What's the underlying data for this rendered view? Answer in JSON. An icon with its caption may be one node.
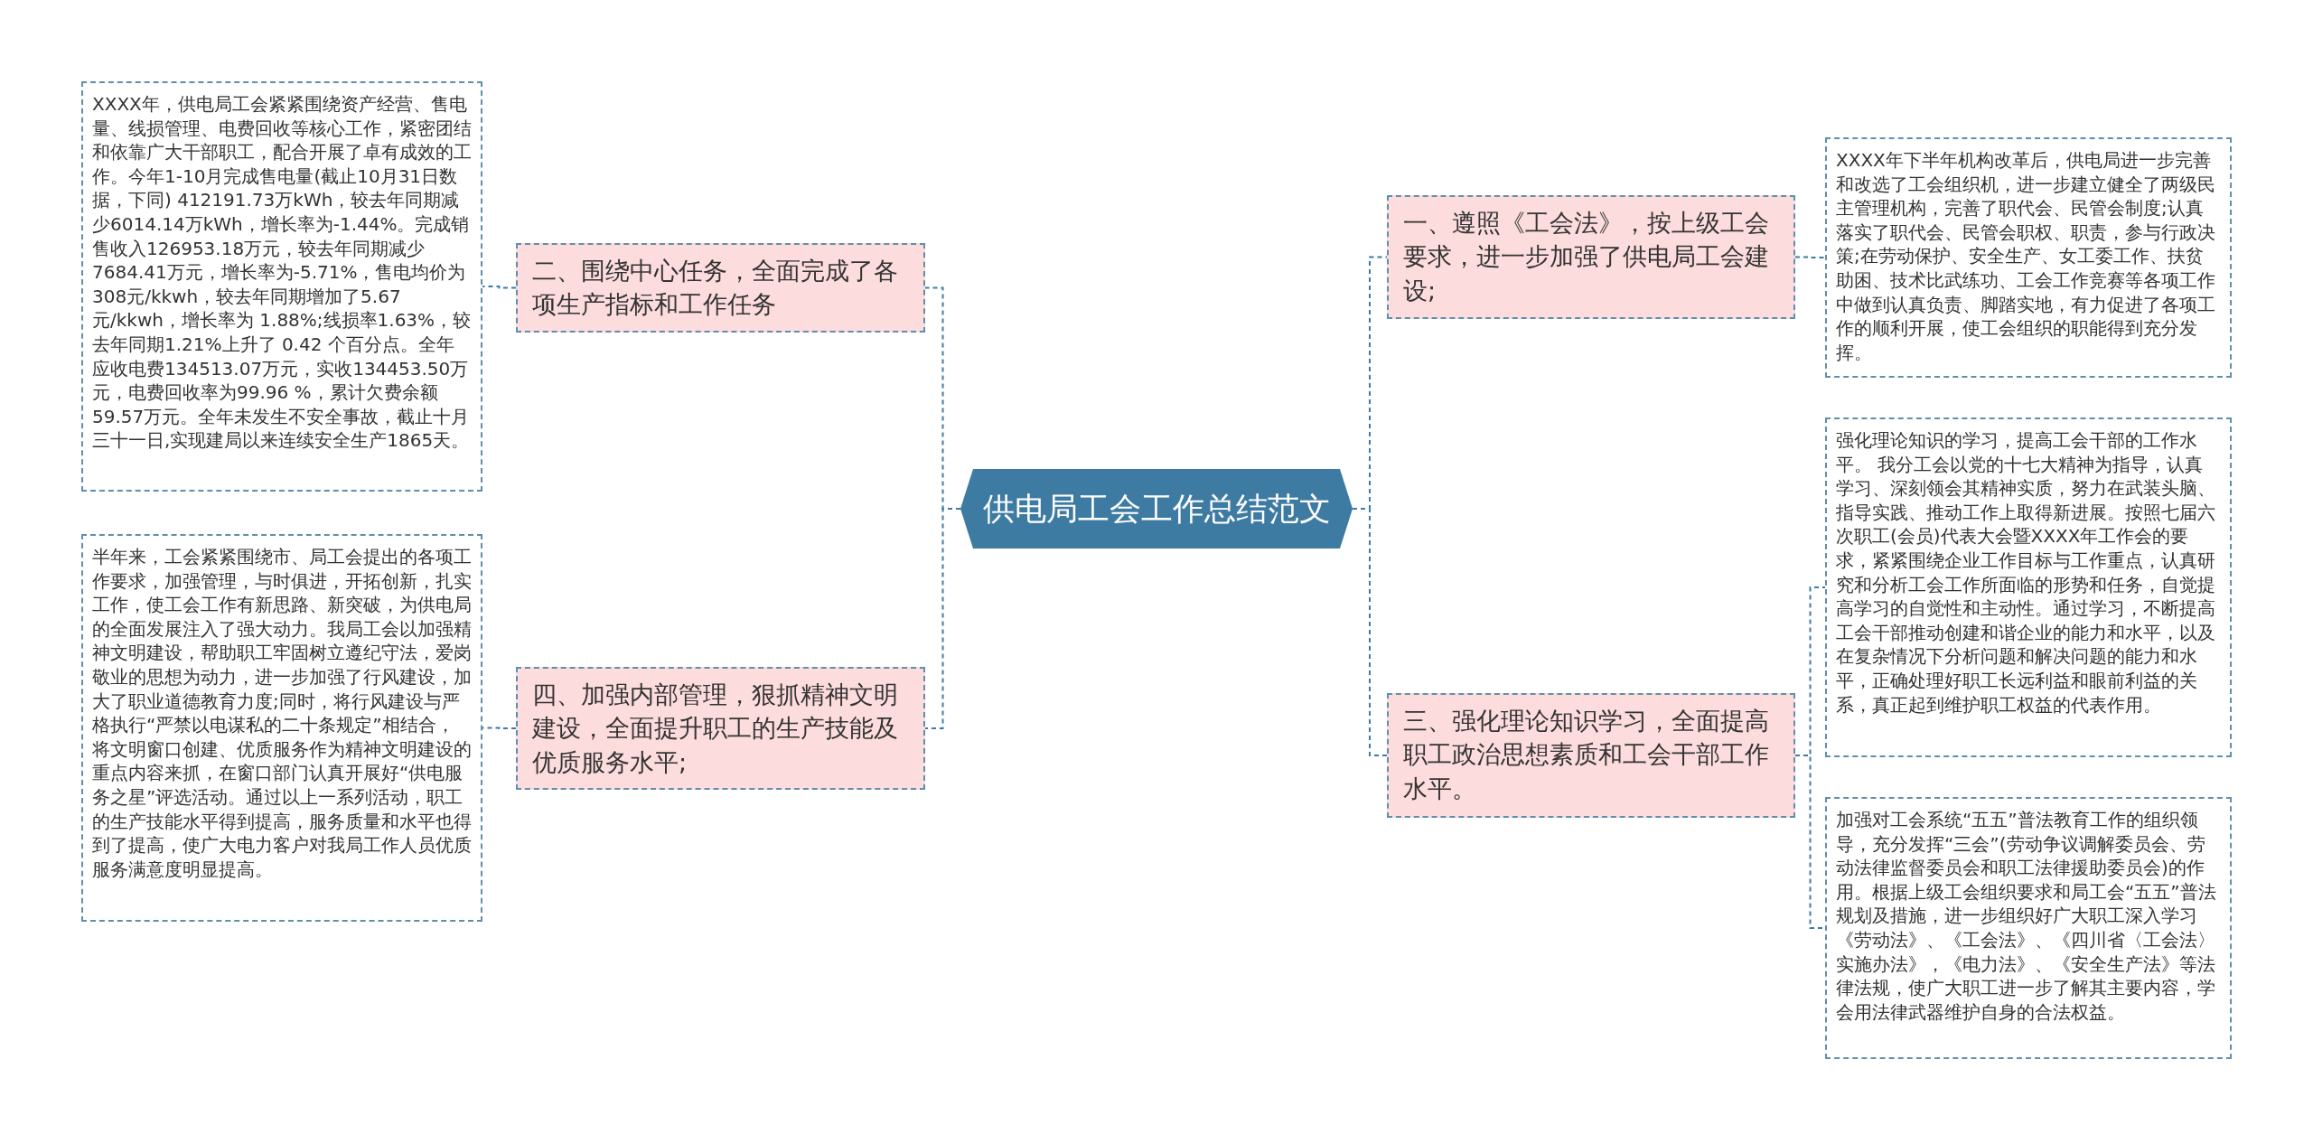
{
  "diagram": {
    "nodes": [
      {
        "text": [
          "供电局工会工作总结范文"
        ]
      },
      {
        "text": [
          "一、遵照《工会法》，按上级工会要求，进一步加强了供电局工会建设;"
        ]
      },
      {
        "text": [
          "XXXX年下半年机构改革后，供电局进一步完善和改选了工会组织机，进一步建立健全了两级民主管理机构，完善了职代会、民管会制度;认真落实了职代会、民管会职权、职责，参与行政决策;在劳动保护、安全生产、女工委工作、扶贫助困、技术比武练功、工会工作竞赛等各项工作中做到认真负责、脚踏实地，有力促进了各项工作的顺利开展，使工会组织的职能得到充分发挥。"
        ]
      },
      {
        "text": [
          "三、强化理论知识学习，全面提高职工政治思想素质和工会干部工作水平。"
        ]
      },
      {
        "text": [
          "强化理论知识的学习，提高工会干部的工作水平。 我分工会以党的十七大精神为指导，认真学习、深刻领会其精神实质，努力在武装头脑、指导实践、推动工作上取得新进展。按照七届六次职工(会员)代表大会暨XXXX年工作会的要求，紧紧围绕企业工作目标与工作重点，认真研究和分析工会工作所面临的形势和任务，自觉提高学习的自觉性和主动性。通过学习，不断提高工会干部推动创建和谐企业的能力和水平，以及在复杂情况下分析问题和解决问题的能力和水平，正确处理好职工长远利益和眼前利益的关系，真正起到维护职工权益的代表作用。"
        ]
      },
      {
        "text": [
          "加强对工会系统“五五”普法教育工作的组织领导，充分发挥“三会”(劳动争议调解委员会、劳动法律监督委员会和职工法律援助委员会)的作用。根据上级工会组织要求和局工会“五五”普法规划及措施，进一步组织好广大职工深入学习《劳动法》、《工会法》、《四川省〈工会法〉实施办法》，《电力法》、《安全生产法》等法律法规，使广大职工进一步了解其主要内容，学会用法律武器维护自身的合法权益。"
        ]
      },
      {
        "text": [
          "二、围绕中心任务，全面完成了各项生产指标和工作任务"
        ]
      },
      {
        "text": [
          "XXXX年，供电局工会紧紧围绕资产经营、售电量、线损管理、电费回收等核心工作，紧密团结和依靠广大干部职工，配合开展了卓有成效的工作。今年1-10月完成售电量(截止10月31日数据，下同) 412191.73万kWh，较去年同期减少6014.14万kWh，增长率为-1.44%。完成销售收入126953.18万元，较去年同期减少7684.41万元，增长率为-5.71%，售电均价为308元/kkwh，较去年同期增加了5.67元/kkwh，增长率为 1.88%;线损率1.63%，较去年同期1.21%上升了 0.42 个百分点。全年应收电费134513.07万元，实收134453.50万元，电费回收率为99.96 %，累计欠费余额59.57万元。全年未发生不安全事故，截止十月三十一日,实现建局以来连续安全生产1865天。"
        ]
      },
      {
        "text": [
          "四、加强内部管理，狠抓精神文明建设，全面提升职工的生产技能及优质服务水平;"
        ]
      },
      {
        "text": [
          "半年来，工会紧紧围绕市、局工会提出的各项工作要求，加强管理，与时俱进，开拓创新，扎实工作，使工会工作有新思路、新突破，为供电局的全面发展注入了强大动力。我局工会以加强精神文明建设，帮助职工牢固树立遵纪守法，爱岗敬业的思想为动力，进一步加强了行风建设，加大了职业道德教育力度;同时，将行风建设与严格执行“严禁以电谋私的二十条规定”相结合，将文明窗口创建、优质服务作为精神文明建设的重点内容来抓，在窗口部门认真开展好“供电服务之星”评选活动。通过以上一系列活动，职工的生产技能水平得到提高，服务质量和水平也得到了提高，使广大电力客户对我局工作人员优质服务满意度明显提高。"
        ]
      }
    ],
    "edges": [
      {
        "from": 0,
        "to": 1,
        "arrow": "none",
        "style": "dashed"
      },
      {
        "from": 1,
        "to": 2,
        "arrow": "none",
        "style": "dashed"
      },
      {
        "from": 0,
        "to": 3,
        "arrow": "none",
        "style": "dashed"
      },
      {
        "from": 3,
        "to": 4,
        "arrow": "none",
        "style": "dashed"
      },
      {
        "from": 3,
        "to": 5,
        "arrow": "none",
        "style": "dashed"
      },
      {
        "from": 0,
        "to": 6,
        "arrow": "none",
        "style": "dashed"
      },
      {
        "from": 6,
        "to": 7,
        "arrow": "none",
        "style": "dashed"
      },
      {
        "from": 0,
        "to": 8,
        "arrow": "none",
        "style": "dashed"
      },
      {
        "from": 8,
        "to": 9,
        "arrow": "none",
        "style": "dashed"
      }
    ]
  }
}
